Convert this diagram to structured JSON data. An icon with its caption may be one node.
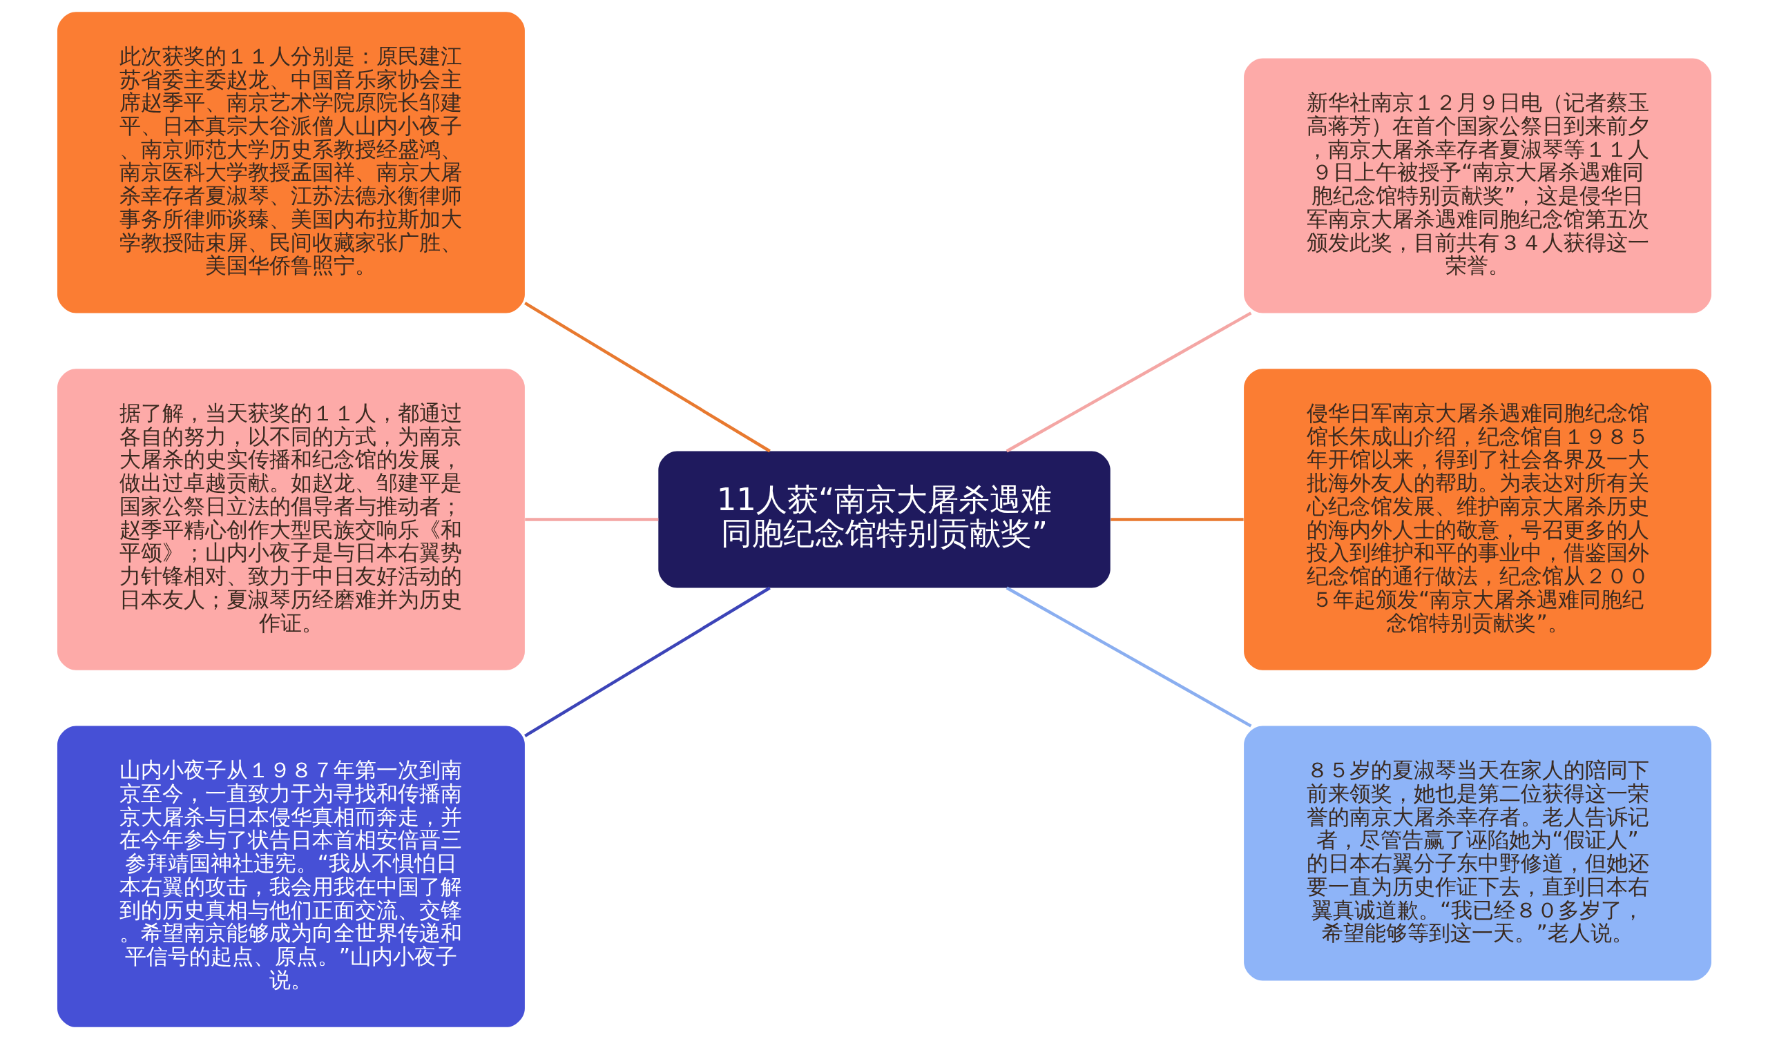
{
  "diagram": {
    "nodes": [
      {
        "text": [
          "11人获“南京大屠杀遇难同胞纪念馆特别贡献奖”"
        ]
      },
      {
        "text": [
          "此次获奖的１１人分别是：原民建江苏省委主委赵龙、中国音乐家协会主席赵季平、南京艺术学院原院长邹建平、日本真宗大谷派僧人山内小夜子、南京师范大学历史系教授经盛鸿、南京医科大学教授孟国祥、南京大屠杀幸存者夏淑琴、江苏法德永衡律师事务所律师谈臻、美国内布拉斯加大学教授陆束屏、民间收藏家张广胜、美国华侨鲁照宁。"
        ]
      },
      {
        "text": [
          "据了解，当天获奖的１１人，都通过各自的努力，以不同的方式，为南京大屠杀的史实传播和纪念馆的发展，做出过卓越贡献。如赵龙、邹建平是国家公祭日立法的倡导者与推动者；赵季平精心创作大型民族交响乐《和平颂》；山内小夜子是与日本右翼势力针锋相对、致力于中日友好活动的日本友人；夏淑琴历经磨难并为历史作证。"
        ]
      },
      {
        "text": [
          "山内小夜子从１９８７年第一次到南京至今，一直致力于为寻找和传播南京大屠杀与日本侵华真相而奔走，并在今年参与了状告日本首相安倍晋三参拜靖国神社违宪。“我从不惧怕日本右翼的攻击，我会用我在中国了解到的历史真相与他们正面交流、交锋。希望南京能够成为向全世界传递和平信号的起点、原点。”山内小夜子说。"
        ]
      },
      {
        "text": [
          "新华社南京１２月９日电（记者蔡玉高蒋芳）在首个国家公祭日到来前夕，南京大屠杀幸存者夏淑琴等１１人９日上午被授予“南京大屠杀遇难同胞纪念馆特别贡献奖”，这是侵华日军南京大屠杀遇难同胞纪念馆第五次颁发此奖，目前共有３４人获得这一荣誉。"
        ]
      },
      {
        "text": [
          "侵华日军南京大屠杀遇难同胞纪念馆馆长朱成山介绍，纪念馆自１９８５年开馆以来，得到了社会各界及一大批海外友人的帮助。为表达对所有关心纪念馆发展、维护南京大屠杀历史的海内外人士的敬意，号召更多的人投入到维护和平的事业中，借鉴国外纪念馆的通行做法，纪念馆从２００５年起颁发“南京大屠杀遇难同胞纪念馆特别贡献奖”。"
        ]
      },
      {
        "text": [
          "８５岁的夏淑琴当天在家人的陪同下前来领奖，她也是第二位获得这一荣誉的南京大屠杀幸存者。老人告诉记者，尽管告赢了诬陷她为“假证人”的日本右翼分子东中野修道，但她还要一直为历史作证下去，直到日本右翼真诚道歉。“我已经８０多岁了，希望能够等到这一天。”老人说。"
        ]
      }
    ],
    "edges": [
      {
        "from": 0,
        "to": 1,
        "arrow": "none",
        "color": "#e8792f"
      },
      {
        "from": 0,
        "to": 2,
        "arrow": "none",
        "color": "#f4a6a4"
      },
      {
        "from": 0,
        "to": 3,
        "arrow": "none",
        "color": "#3c44b8"
      },
      {
        "from": 0,
        "to": 4,
        "arrow": "none",
        "color": "#f4a6a4"
      },
      {
        "from": 0,
        "to": 5,
        "arrow": "none",
        "color": "#e8792f"
      },
      {
        "from": 0,
        "to": 6,
        "arrow": "none",
        "color": "#8aaef0"
      }
    ]
  }
}
